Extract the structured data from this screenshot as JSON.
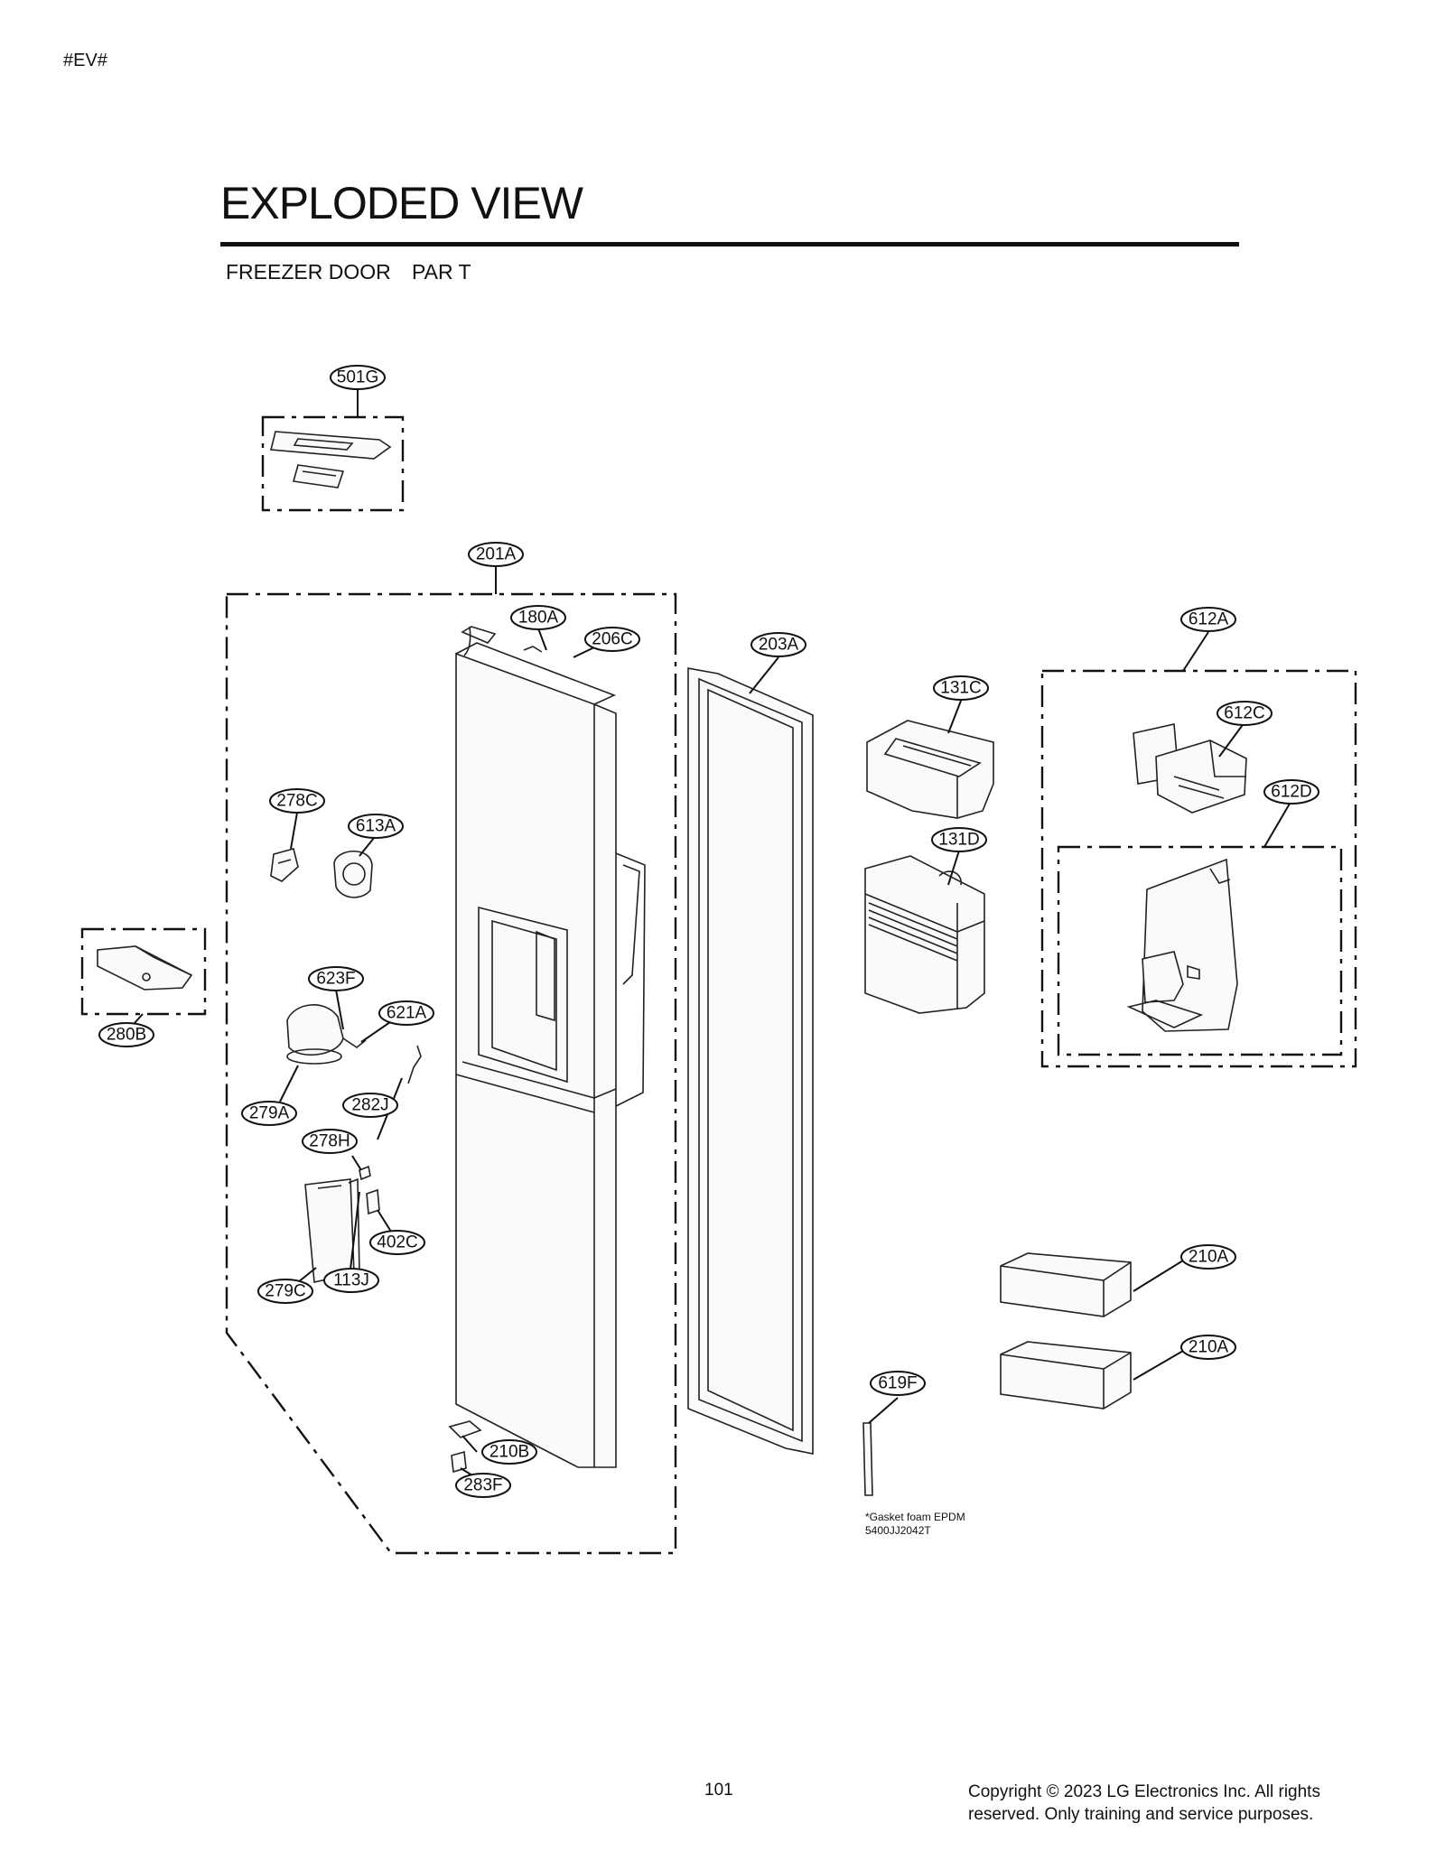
{
  "header": {
    "tag": "#EV#",
    "title": "EXPLODED VIEW",
    "subtitle": "FREEZER DOOR",
    "part": "PAR T"
  },
  "callouts": {
    "c501G": "501G",
    "c201A": "201A",
    "c180A": "180A",
    "c206C": "206C",
    "c203A": "203A",
    "c612A": "612A",
    "c131C": "131C",
    "c612C": "612C",
    "c612D": "612D",
    "c278C": "278C",
    "c613A": "613A",
    "c131D": "131D",
    "c623F": "623F",
    "c621A": "621A",
    "c280B": "280B",
    "c279A": "279A",
    "c282J": "282J",
    "c278H": "278H",
    "c402C": "402C",
    "c113J": "113J",
    "c279C": "279C",
    "c210A_1": "210A",
    "c210A_2": "210A",
    "c619F": "619F",
    "c210B": "210B",
    "c283F": "283F"
  },
  "note": {
    "line1": "*Gasket foam EPDM",
    "line2": "5400JJ2042T"
  },
  "footer": {
    "page_number": "101",
    "copyright_line1": "Copyright © 2023 LG Electronics Inc. All rights",
    "copyright_line2": "reserved. Only training and service purposes."
  }
}
